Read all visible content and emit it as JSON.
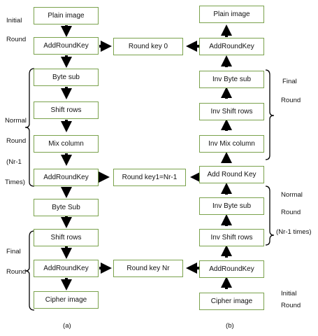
{
  "left": {
    "boxes": [
      "Plain image",
      "AddRoundKey",
      "Byte sub",
      "Shift rows",
      "Mix column",
      "AddRoundKey",
      "Byte Sub",
      "Shift rows",
      "AddRoundKey",
      "Cipher image"
    ],
    "labels": {
      "initial": "Initial",
      "initial_round": "Round",
      "normal": "Normal",
      "normal_round": "Round",
      "nr": "(Nr-1",
      "times": "Times)",
      "final": "Final",
      "final_round": "Round"
    },
    "caption": "(a)"
  },
  "keys": [
    "Round key 0",
    "Round key1=Nr-1",
    "Round key Nr"
  ],
  "right": {
    "boxes": [
      "Plain image",
      "AddRoundKey",
      "Inv Byte sub",
      "Inv Shift rows",
      "Inv Mix column",
      "Add Round Key",
      "Inv Byte sub",
      "Inv Shift rows",
      "AddRoundKey",
      "Cipher image"
    ],
    "labels": {
      "final": "Final",
      "final_round": "Round",
      "normal": "Normal",
      "normal_round": "Round",
      "nr_times": "(Nr-1 times)",
      "initial": "Initial",
      "initial_round": "Round"
    },
    "caption": "(b)"
  }
}
